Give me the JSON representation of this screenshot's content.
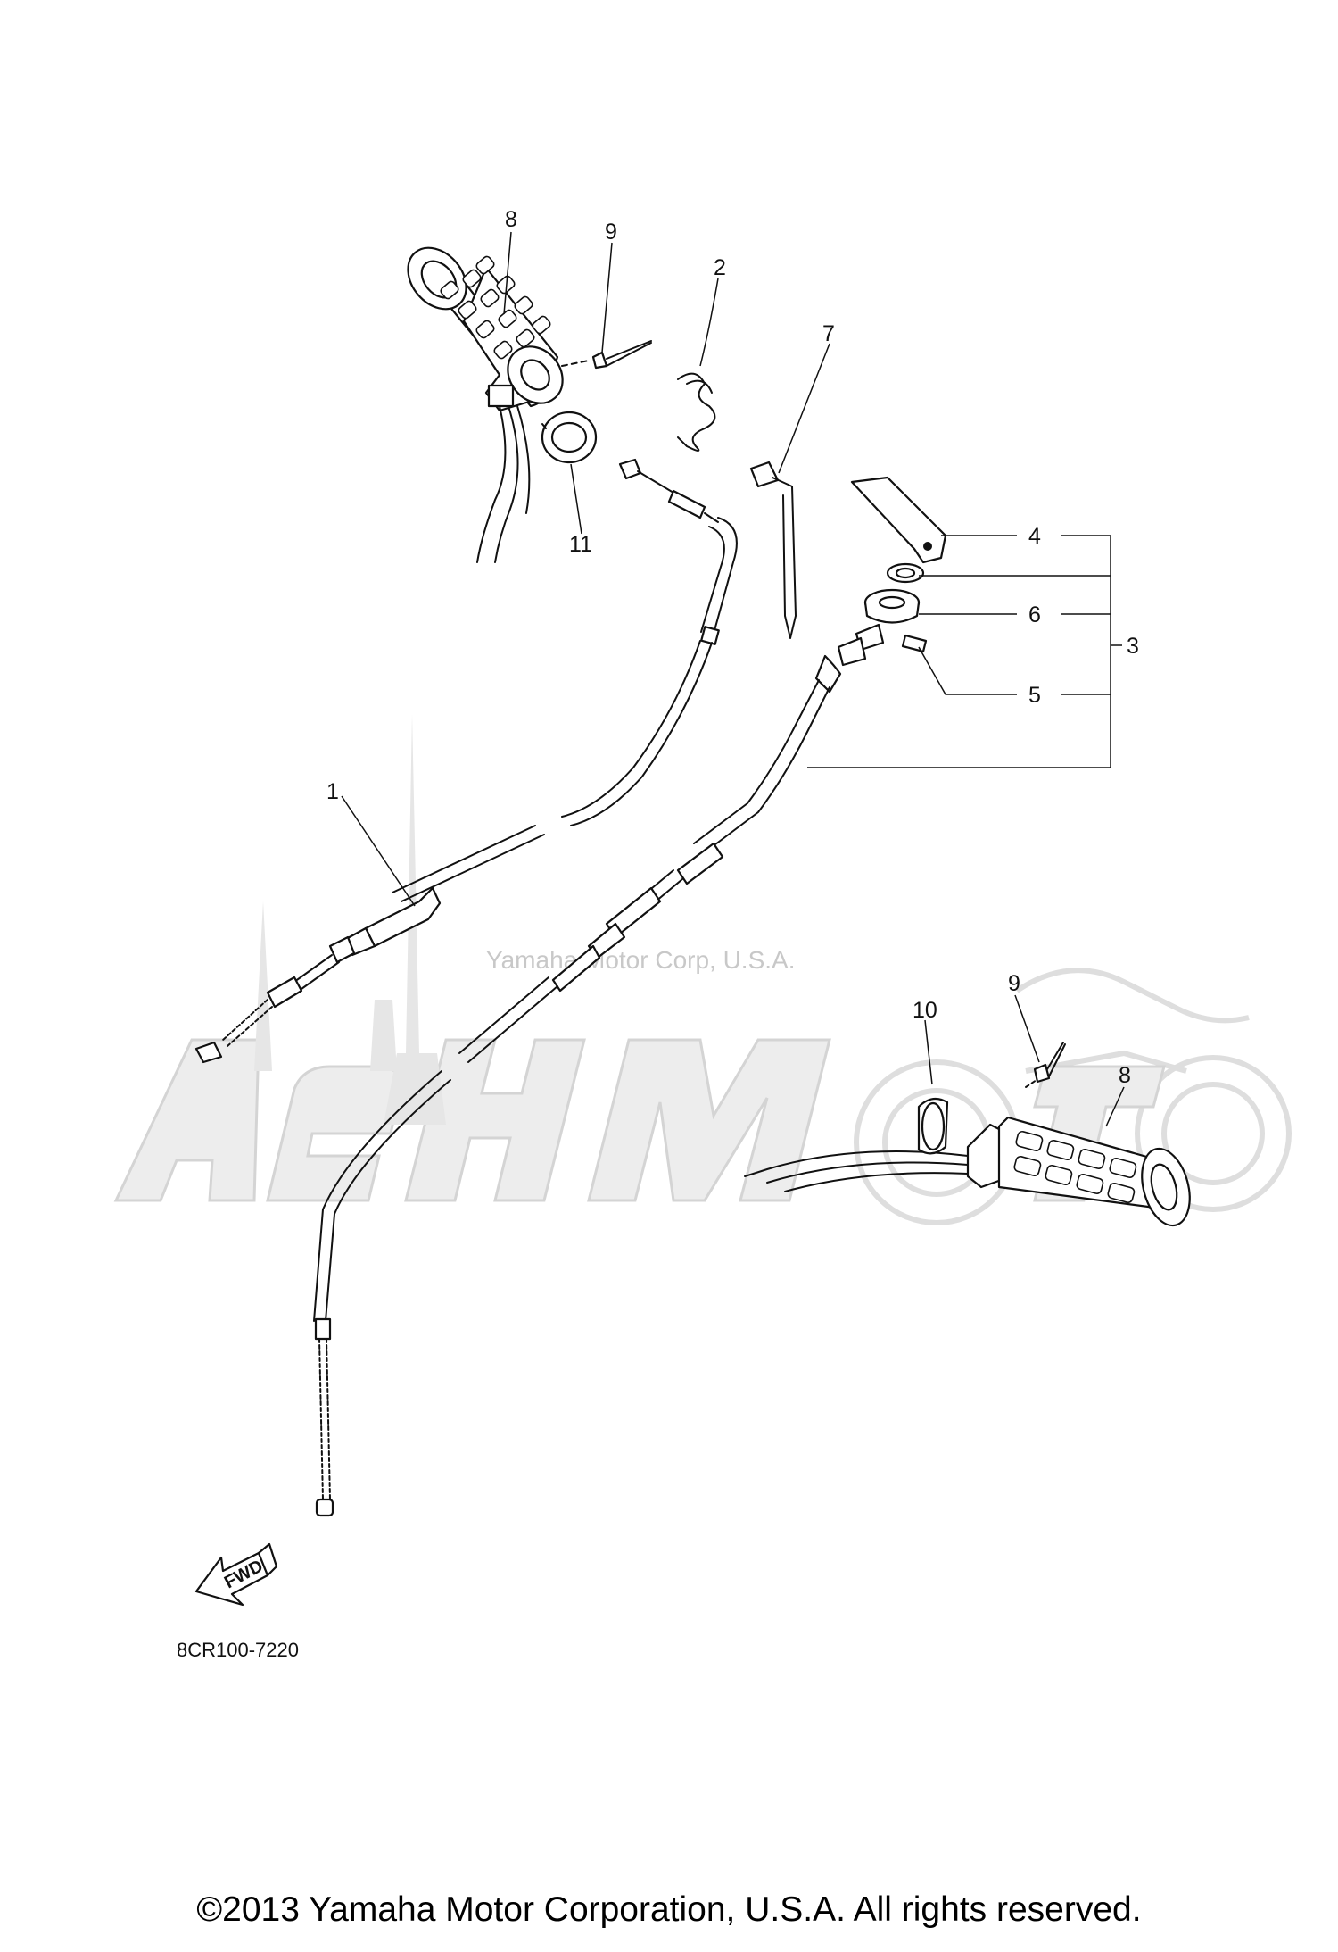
{
  "diagram": {
    "part_code": "8CR100-7220",
    "fwd_label": "FWD",
    "watermark_text": "Yamaha Motor Corp, U.S.A.",
    "watermark_logo": "AeHMoto",
    "callouts": {
      "c1": "1",
      "c2": "2",
      "c3": "3",
      "c4": "4",
      "c5": "5",
      "c6": "6",
      "c7": "7",
      "c8_top": "8",
      "c8_bottom": "8",
      "c9_top": "9",
      "c9_bottom": "9",
      "c10": "10",
      "c11": "11"
    }
  },
  "footer": {
    "copyright": "©2013 Yamaha Motor Corporation, U.S.A. All rights reserved."
  },
  "colors": {
    "line": "#111111",
    "watermark": "#c8c8c8",
    "background": "#ffffff"
  }
}
